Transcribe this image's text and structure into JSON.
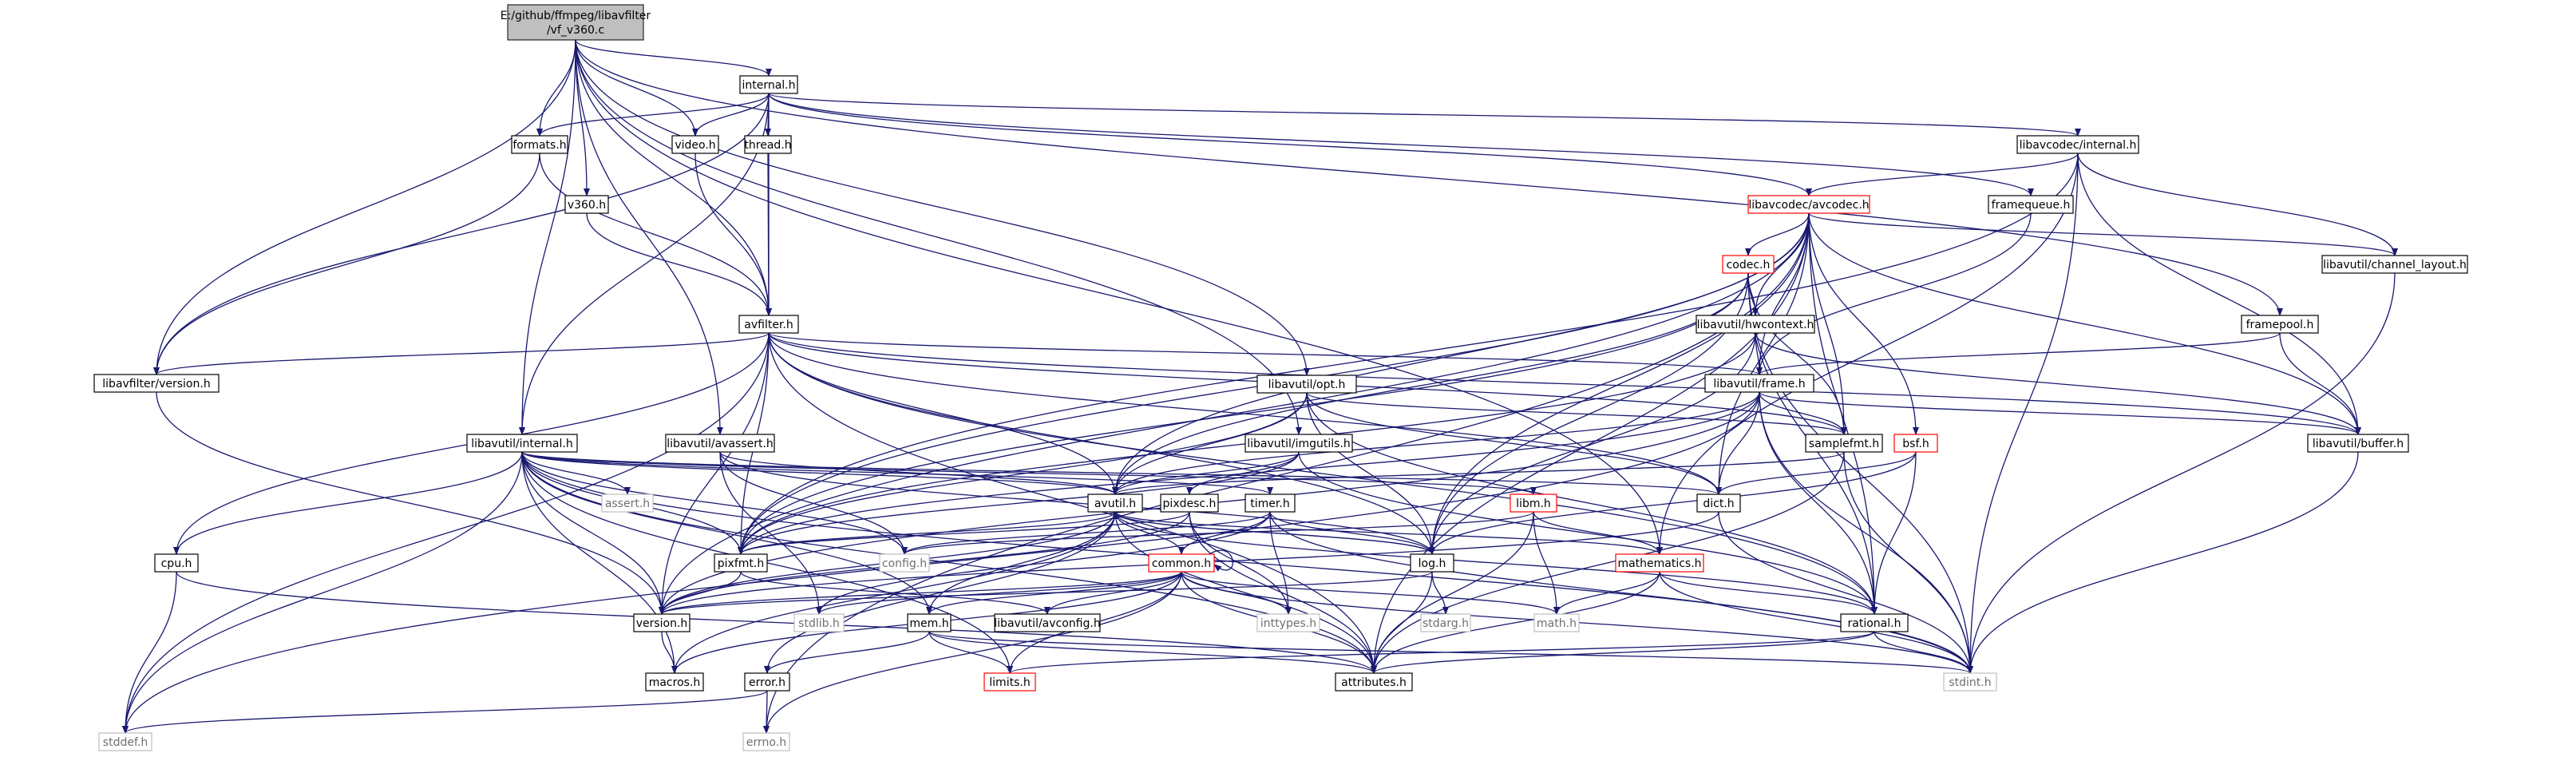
{
  "graph": {
    "root": {
      "line1": "E:/github/ffmpeg/libavfilter",
      "line2": "/vf_v360.c"
    },
    "nodes": {
      "internal_h": "internal.h",
      "formats_h": "formats.h",
      "video_h": "video.h",
      "thread_h": "thread.h",
      "v360_h": "v360.h",
      "avfilter_h": "avfilter.h",
      "lavfi_version_h": "libavfilter/version.h",
      "lavc_internal_h": "libavcodec/internal.h",
      "framequeue_h": "framequeue.h",
      "avcodec_h": "libavcodec/avcodec.h",
      "codec_h": "codec.h",
      "hwcontext_h": "libavutil/hwcontext.h",
      "channel_layout_h": "libavutil/channel_layout.h",
      "framepool_h": "framepool.h",
      "opt_h": "libavutil/opt.h",
      "frame_h": "libavutil/frame.h",
      "buffer_h": "libavutil/buffer.h",
      "lavu_internal_h": "libavutil/internal.h",
      "avassert_h": "libavutil/avassert.h",
      "imgutils_h": "libavutil/imgutils.h",
      "samplefmt_h": "samplefmt.h",
      "bsf_h": "bsf.h",
      "assert_h": "assert.h",
      "avutil_h": "avutil.h",
      "pixdesc_h": "pixdesc.h",
      "timer_h": "timer.h",
      "libm_h": "libm.h",
      "dict_h": "dict.h",
      "cpu_h": "cpu.h",
      "pixfmt_h": "pixfmt.h",
      "config_h": "config.h",
      "common_h": "common.h",
      "log_h": "log.h",
      "mathematics_h": "mathematics.h",
      "version_h": "version.h",
      "stdlib_h": "stdlib.h",
      "avconfig_h": "libavutil/avconfig.h",
      "mem_h": "mem.h",
      "inttypes_h": "inttypes.h",
      "stdarg_h": "stdarg.h",
      "math_h": "math.h",
      "rational_h": "rational.h",
      "macros_h": "macros.h",
      "error_h": "error.h",
      "limits_h": "limits.h",
      "attributes_h": "attributes.h",
      "stdint_h": "stdint.h",
      "stddef_h": "stddef.h",
      "errno_h": "errno.h"
    }
  },
  "colors": {
    "edge": "#191970",
    "node_border": "#000000",
    "system_header_border": "#bfbfbf",
    "system_header_text": "#6f6f6f",
    "truncated_node_border": "#ff0000",
    "root_fill": "#bfbfbf"
  }
}
